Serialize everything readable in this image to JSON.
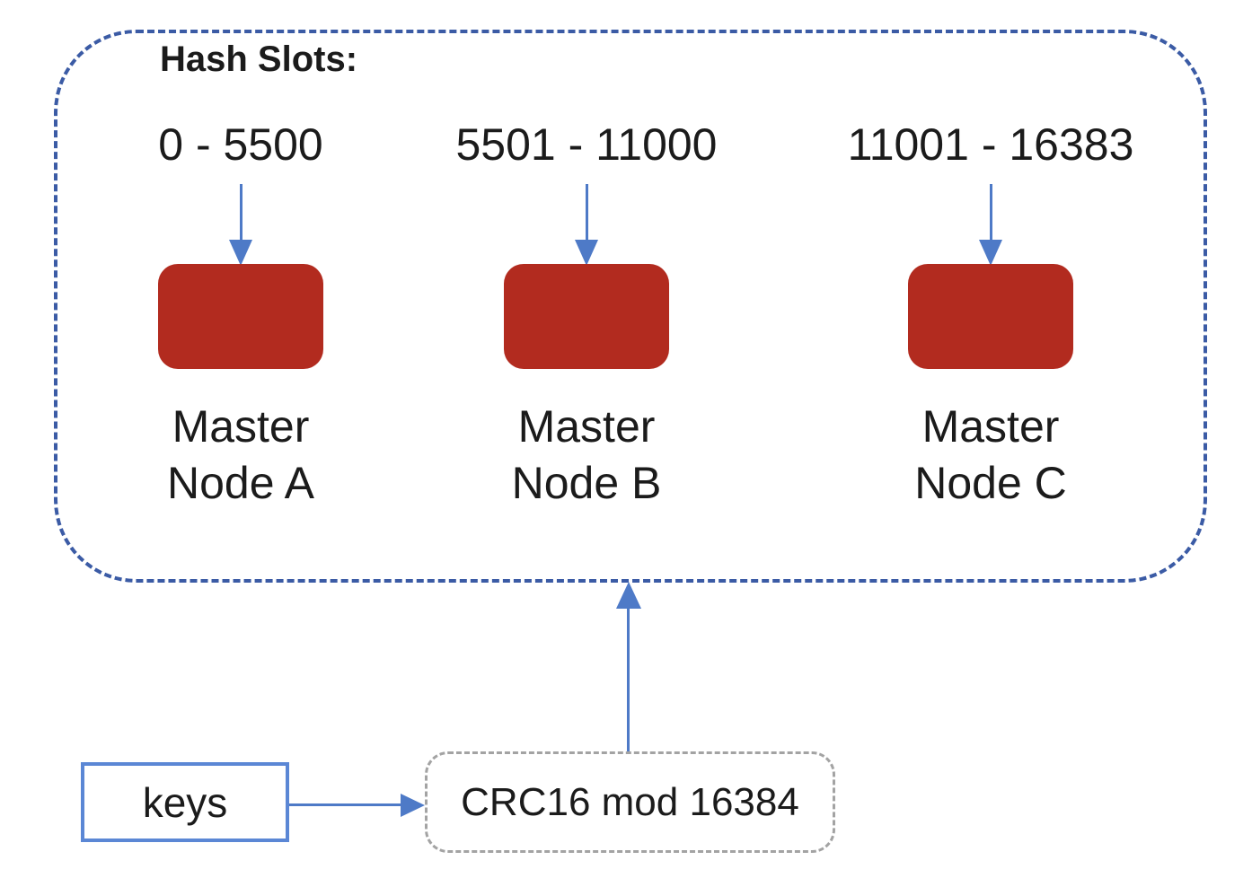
{
  "diagram": {
    "title_label": "Hash Slots:",
    "columns": [
      {
        "range": "0 - 5500",
        "node_line1": "Master",
        "node_line2": "Node A"
      },
      {
        "range": "5501 - 11000",
        "node_line1": "Master",
        "node_line2": "Node B"
      },
      {
        "range": "11001 - 16383",
        "node_line1": "Master",
        "node_line2": "Node C"
      }
    ],
    "keys_box": {
      "label": "keys"
    },
    "crc_box": {
      "label": "CRC16 mod 16384"
    },
    "colors": {
      "container_border_blue": "#3b5ba5",
      "arrow_blue": "#4e7ac7",
      "keys_border_blue": "#5b87d5",
      "node_red": "#b22b1f",
      "crc_border_gray": "#a3a3a3",
      "text": "#1b1b1b",
      "background": "#ffffff"
    }
  }
}
